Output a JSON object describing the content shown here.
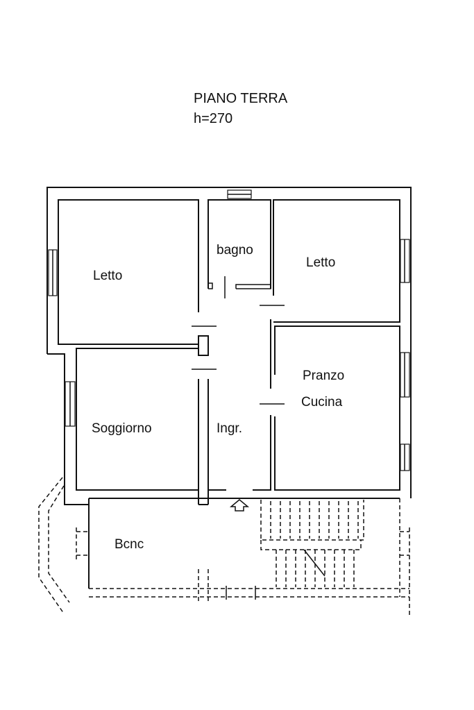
{
  "header": {
    "title": "PIANO TERRA",
    "height_label": "h=270"
  },
  "rooms": {
    "letto_left": "Letto",
    "bagno": "bagno",
    "letto_right": "Letto",
    "pranzo": "Pranzo",
    "cucina": "Cucina",
    "soggiorno": "Soggiorno",
    "ingresso": "Ingr.",
    "box": "Bcnc"
  }
}
